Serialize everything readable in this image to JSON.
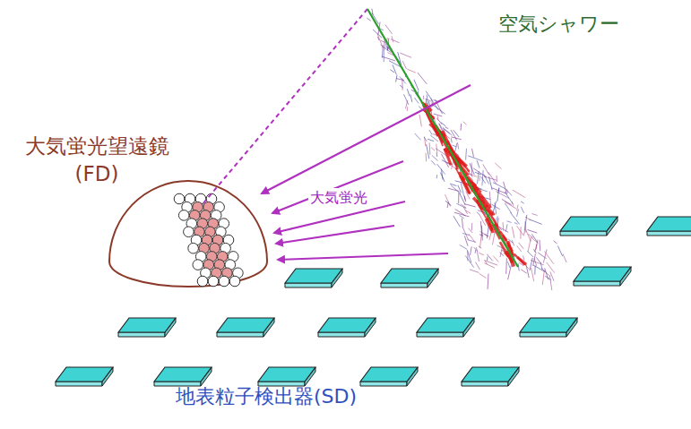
{
  "diagram": {
    "labels": [
      "空気シャワー",
      "大気蛍光望遠鏡 (FD)",
      "大気蛍光",
      "地表粒子検出器(SD)"
    ]
  }
}
